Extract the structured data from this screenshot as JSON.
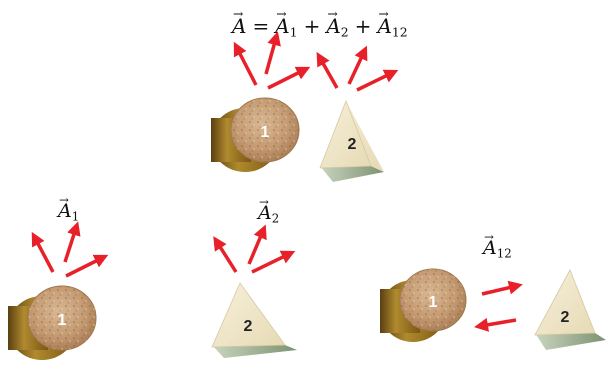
{
  "equation": {
    "lhs": "A",
    "eq": "=",
    "plus": "+",
    "t1": "A",
    "s1": "1",
    "t2": "A",
    "s2": "2",
    "t3": "A",
    "s3": "12"
  },
  "labels": {
    "a1": {
      "sym": "A",
      "sub": "1"
    },
    "a2": {
      "sym": "A",
      "sub": "2"
    },
    "a12": {
      "sym": "A",
      "sub": "12"
    }
  },
  "objects": {
    "disc_number": "1",
    "triangle_number": "2"
  },
  "colors": {
    "arrow": "#e8202a",
    "cork": "#c49a72",
    "cork_side": "#9a6d1e",
    "stone": "#efe6c8",
    "stone_base": "#9fb090"
  }
}
